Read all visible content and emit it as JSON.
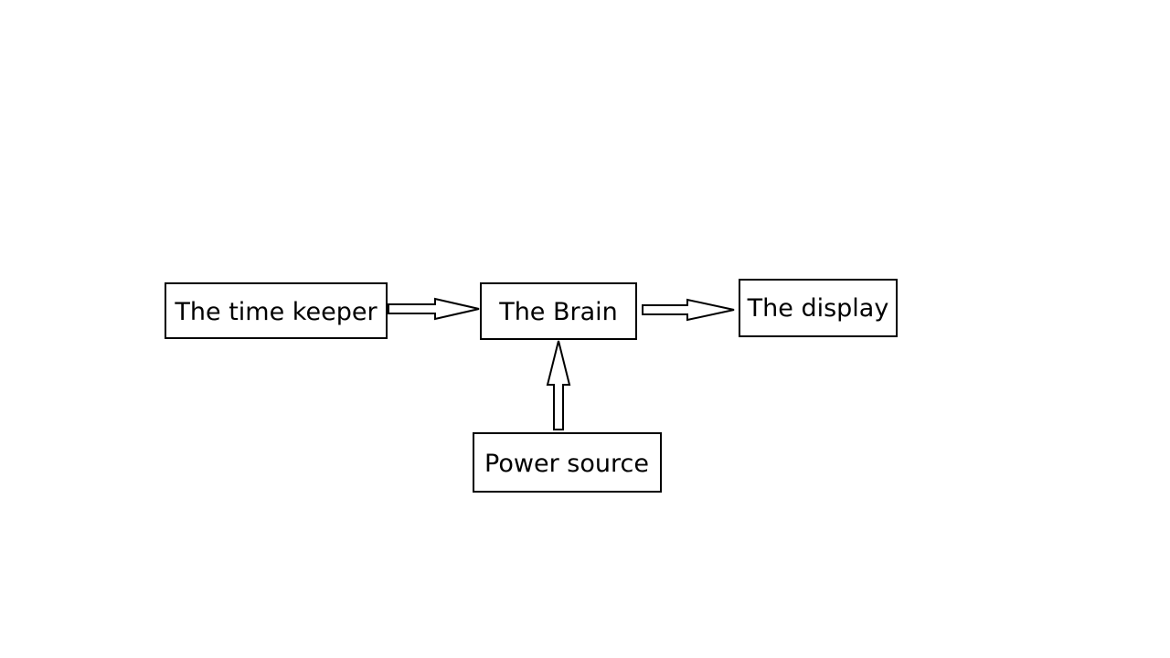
{
  "diagram": {
    "nodes": {
      "time_keeper": "The time keeper",
      "brain": "The Brain",
      "display": "The display",
      "power_source": "Power source"
    },
    "edges": [
      {
        "from": "time_keeper",
        "to": "brain"
      },
      {
        "from": "brain",
        "to": "display"
      },
      {
        "from": "power_source",
        "to": "brain"
      }
    ],
    "colors": {
      "stroke": "#000000",
      "fill": "#ffffff"
    }
  }
}
